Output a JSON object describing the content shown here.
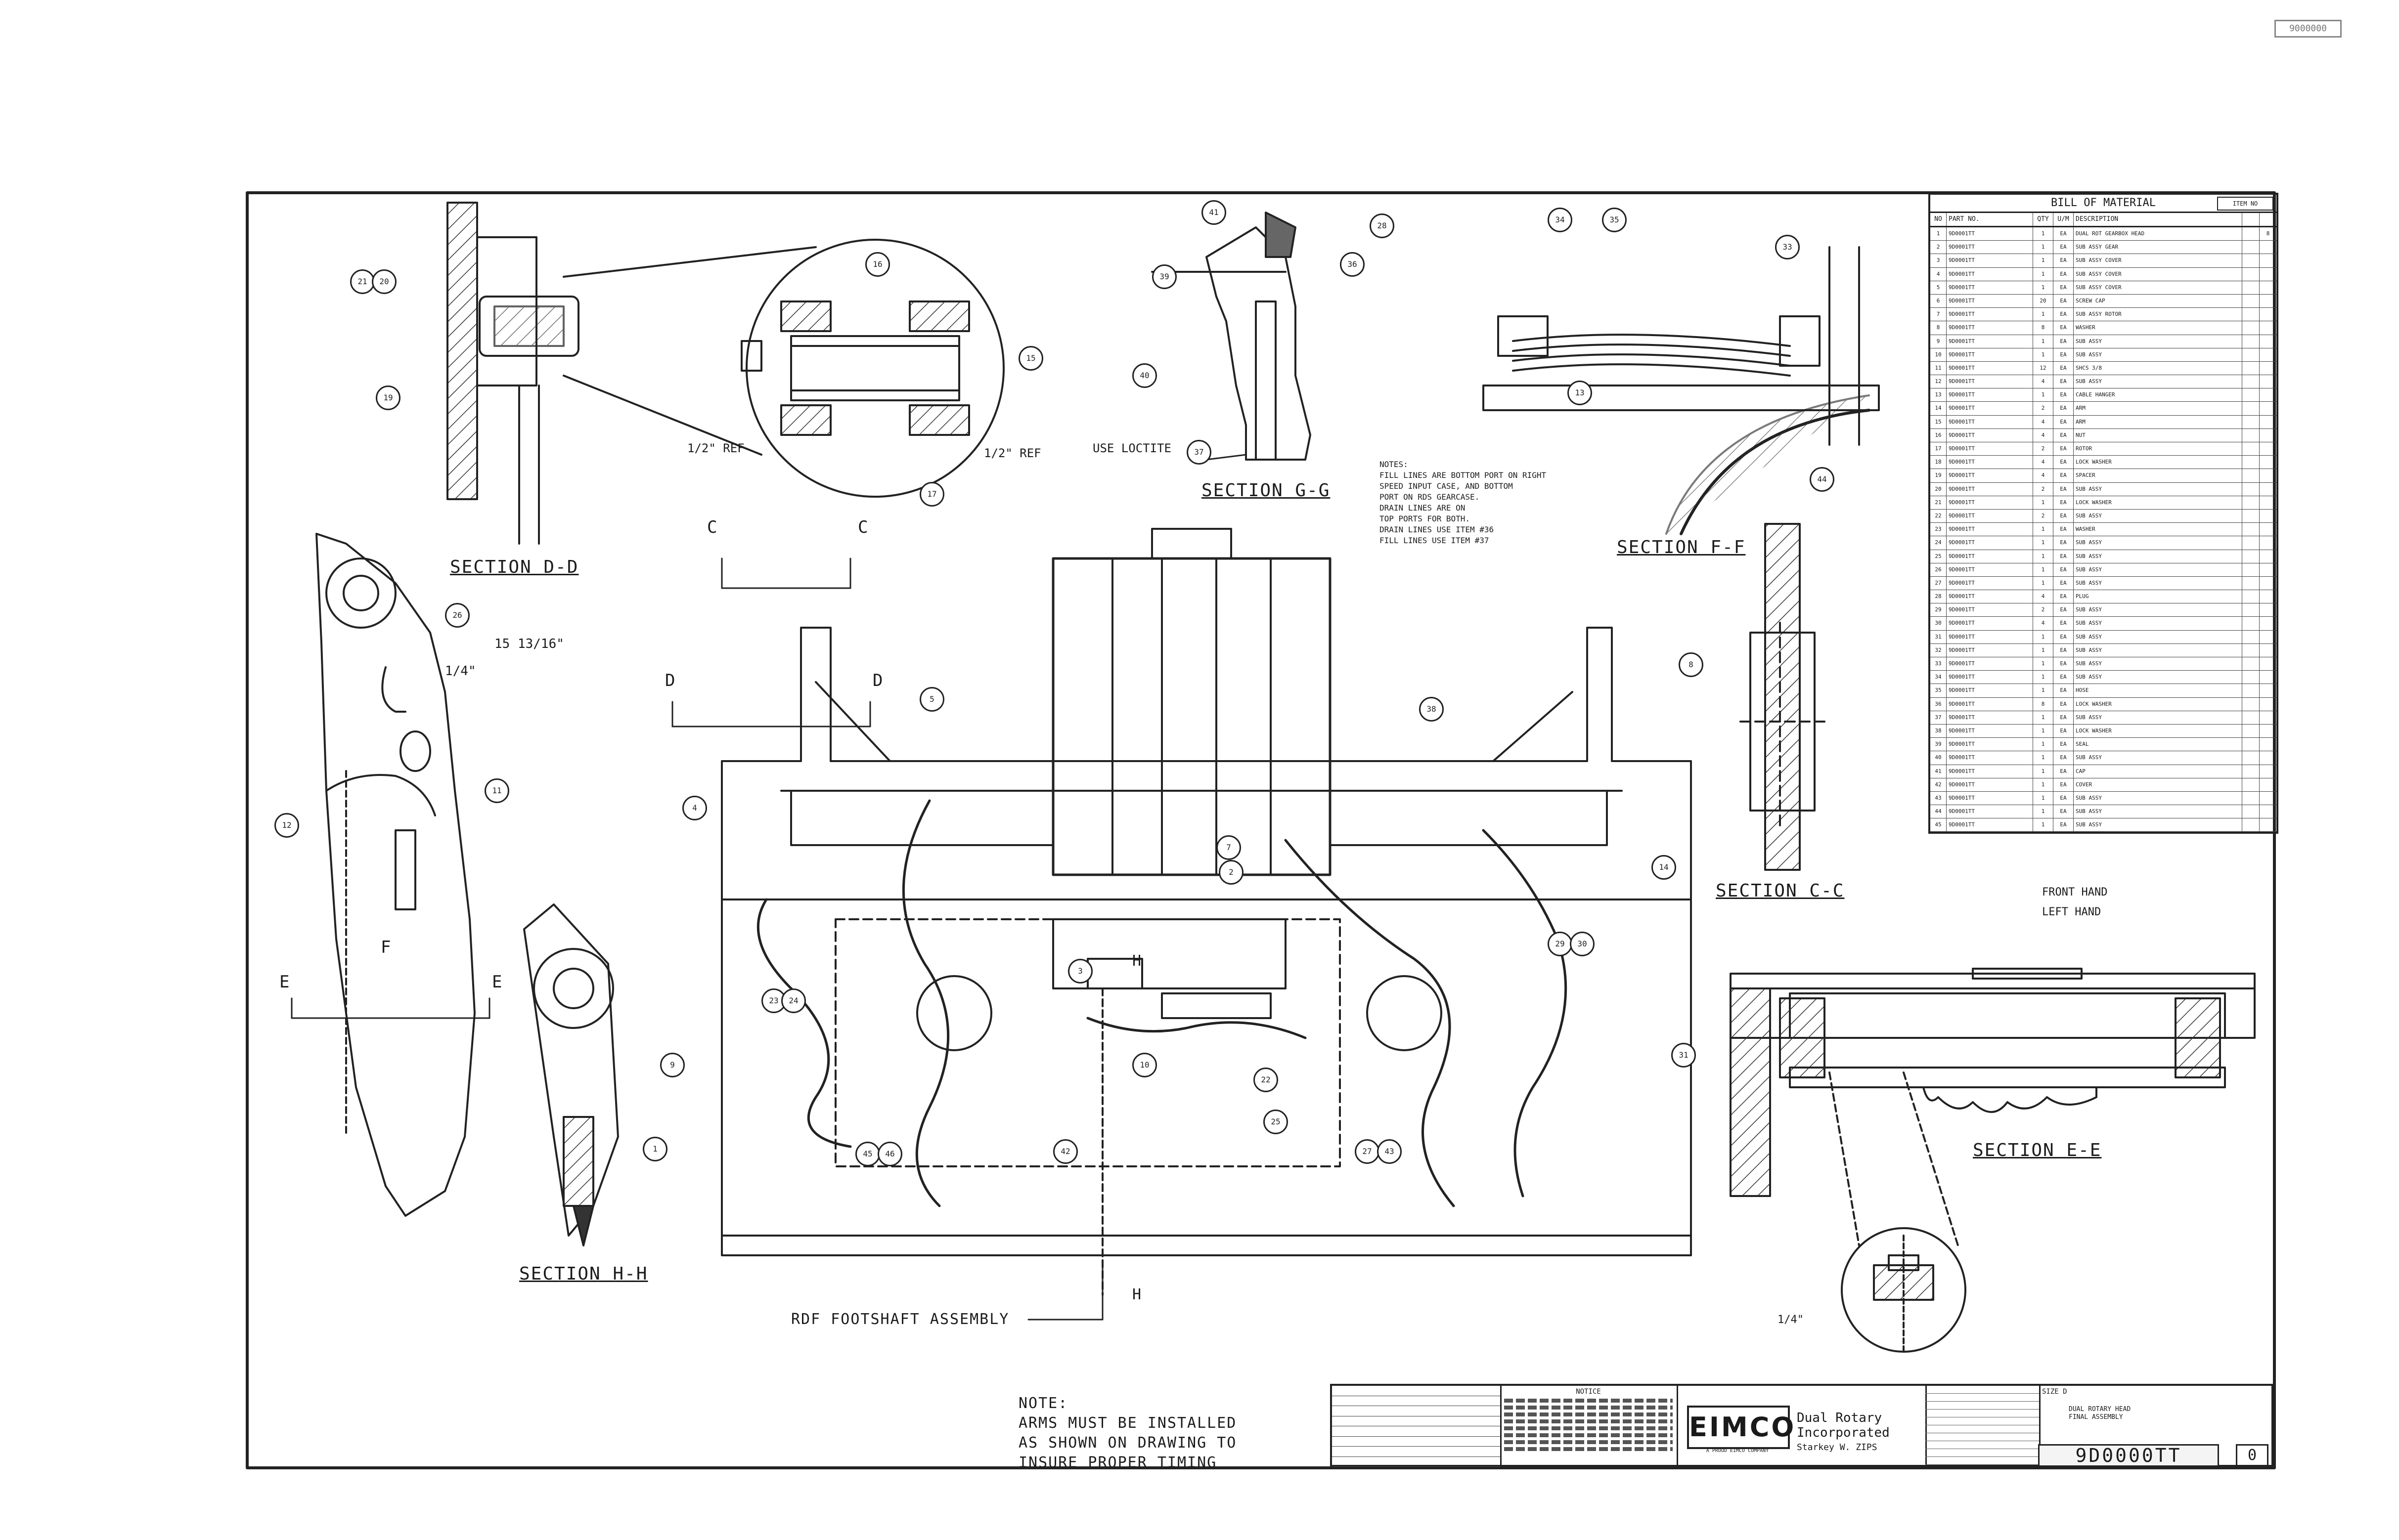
{
  "sheet": {
    "corner_stamp": "9000000",
    "section_views": {
      "d": "SECTION D-D",
      "g": "SECTION G-G",
      "f": "SECTION F-F",
      "c": "SECTION C-C",
      "h": "SECTION H-H",
      "e": "SECTION E-E"
    },
    "dimensions": {
      "half_ref_left": "1/2\" REF",
      "half_ref_right": "1/2\" REF",
      "fifteen": "15 13/16\"",
      "quarter": "1/4\"",
      "small_dim": "1/4\""
    },
    "cut_labels": [
      "C",
      "C",
      "D",
      "D",
      "E",
      "E",
      "F",
      "H",
      "H"
    ],
    "callouts": {
      "loctite": "USE LOCTITE",
      "footshaft": "RDF FOOTSHAFT ASSEMBLY",
      "front_hand": "FRONT HAND",
      "left_hand": "LEFT HAND"
    },
    "notes_g": [
      "NOTES:",
      "FILL LINES ARE BOTTOM PORT ON RIGHT",
      "SPEED INPUT CASE, AND BOTTOM",
      "PORT ON RDS GEARCASE.",
      "DRAIN LINES ARE ON",
      "TOP PORTS FOR BOTH.",
      "DRAIN LINES USE ITEM #36",
      "FILL LINES USE ITEM #37"
    ],
    "note_main": [
      "NOTE:",
      "ARMS MUST BE INSTALLED",
      "AS SHOWN ON DRAWING TO",
      "INSURE PROPER TIMING"
    ],
    "balloons": [
      "21",
      "20",
      "19",
      "16",
      "15",
      "17",
      "41",
      "39",
      "40",
      "37",
      "28",
      "36",
      "34",
      "35",
      "33",
      "13",
      "44",
      "8",
      "26",
      "12",
      "11",
      "4",
      "5",
      "38",
      "14",
      "7",
      "2",
      "3",
      "23",
      "24",
      "9",
      "10",
      "1",
      "45",
      "46",
      "42",
      "22",
      "25",
      "27",
      "43",
      "29",
      "30",
      "31"
    ]
  },
  "bom": {
    "title": "BILL OF MATERIAL",
    "item_box": "ITEM NO",
    "columns": [
      "NO",
      "PART NO.",
      "QTY",
      "U/M",
      "DESCRIPTION",
      "",
      ""
    ],
    "rows": [
      [
        "1",
        "9D0001TT",
        "1",
        "EA",
        "DUAL ROT GEARBOX HEAD",
        "",
        "8"
      ],
      [
        "2",
        "9D0001TT",
        "1",
        "EA",
        "SUB ASSY GEAR",
        "",
        ""
      ],
      [
        "3",
        "9D0001TT",
        "1",
        "EA",
        "SUB ASSY COVER",
        "",
        ""
      ],
      [
        "4",
        "9D0001TT",
        "1",
        "EA",
        "SUB ASSY COVER",
        "",
        ""
      ],
      [
        "5",
        "9D0001TT",
        "1",
        "EA",
        "SUB ASSY COVER",
        "",
        ""
      ],
      [
        "6",
        "9D0001TT",
        "20",
        "EA",
        "SCREW CAP",
        "",
        ""
      ],
      [
        "7",
        "9D0001TT",
        "1",
        "EA",
        "SUB ASSY ROTOR",
        "",
        ""
      ],
      [
        "8",
        "9D0001TT",
        "8",
        "EA",
        "WASHER",
        "",
        ""
      ],
      [
        "9",
        "9D0001TT",
        "1",
        "EA",
        "SUB ASSY",
        "",
        ""
      ],
      [
        "10",
        "9D0001TT",
        "1",
        "EA",
        "SUB ASSY",
        "",
        ""
      ],
      [
        "11",
        "9D0001TT",
        "12",
        "EA",
        "SHCS 3/8",
        "",
        ""
      ],
      [
        "12",
        "9D0001TT",
        "4",
        "EA",
        "SUB ASSY",
        "",
        ""
      ],
      [
        "13",
        "9D0001TT",
        "1",
        "EA",
        "CABLE HANGER",
        "",
        ""
      ],
      [
        "14",
        "9D0001TT",
        "2",
        "EA",
        "ARM",
        "",
        ""
      ],
      [
        "15",
        "9D0001TT",
        "4",
        "EA",
        "ARM",
        "",
        ""
      ],
      [
        "16",
        "9D0001TT",
        "4",
        "EA",
        "NUT",
        "",
        ""
      ],
      [
        "17",
        "9D0001TT",
        "2",
        "EA",
        "ROTOR",
        "",
        ""
      ],
      [
        "18",
        "9D0001TT",
        "4",
        "EA",
        "LOCK WASHER",
        "",
        ""
      ],
      [
        "19",
        "9D0001TT",
        "4",
        "EA",
        "SPACER",
        "",
        ""
      ],
      [
        "20",
        "9D0001TT",
        "2",
        "EA",
        "SUB ASSY",
        "",
        ""
      ],
      [
        "21",
        "9D0001TT",
        "1",
        "EA",
        "LOCK WASHER",
        "",
        ""
      ],
      [
        "22",
        "9D0001TT",
        "2",
        "EA",
        "SUB ASSY",
        "",
        ""
      ],
      [
        "23",
        "9D0001TT",
        "1",
        "EA",
        "WASHER",
        "",
        ""
      ],
      [
        "24",
        "9D0001TT",
        "1",
        "EA",
        "SUB ASSY",
        "",
        ""
      ],
      [
        "25",
        "9D0001TT",
        "1",
        "EA",
        "SUB ASSY",
        "",
        ""
      ],
      [
        "26",
        "9D0001TT",
        "1",
        "EA",
        "SUB ASSY",
        "",
        ""
      ],
      [
        "27",
        "9D0001TT",
        "1",
        "EA",
        "SUB ASSY",
        "",
        ""
      ],
      [
        "28",
        "9D0001TT",
        "4",
        "EA",
        "PLUG",
        "",
        ""
      ],
      [
        "29",
        "9D0001TT",
        "2",
        "EA",
        "SUB ASSY",
        "",
        ""
      ],
      [
        "30",
        "9D0001TT",
        "4",
        "EA",
        "SUB ASSY",
        "",
        ""
      ],
      [
        "31",
        "9D0001TT",
        "1",
        "EA",
        "SUB ASSY",
        "",
        ""
      ],
      [
        "32",
        "9D0001TT",
        "1",
        "EA",
        "SUB ASSY",
        "",
        ""
      ],
      [
        "33",
        "9D0001TT",
        "1",
        "EA",
        "SUB ASSY",
        "",
        ""
      ],
      [
        "34",
        "9D0001TT",
        "1",
        "EA",
        "SUB ASSY",
        "",
        ""
      ],
      [
        "35",
        "9D0001TT",
        "1",
        "EA",
        "HOSE",
        "",
        ""
      ],
      [
        "36",
        "9D0001TT",
        "8",
        "EA",
        "LOCK WASHER",
        "",
        ""
      ],
      [
        "37",
        "9D0001TT",
        "1",
        "EA",
        "SUB ASSY",
        "",
        ""
      ],
      [
        "38",
        "9D0001TT",
        "1",
        "EA",
        "LOCK WASHER",
        "",
        ""
      ],
      [
        "39",
        "9D0001TT",
        "1",
        "EA",
        "SEAL",
        "",
        ""
      ],
      [
        "40",
        "9D0001TT",
        "1",
        "EA",
        "SUB ASSY",
        "",
        ""
      ],
      [
        "41",
        "9D0001TT",
        "1",
        "EA",
        "CAP",
        "",
        ""
      ],
      [
        "42",
        "9D0001TT",
        "1",
        "EA",
        "COVER",
        "",
        ""
      ],
      [
        "43",
        "9D0001TT",
        "1",
        "EA",
        "SUB ASSY",
        "",
        ""
      ],
      [
        "44",
        "9D0001TT",
        "1",
        "EA",
        "SUB ASSY",
        "",
        ""
      ],
      [
        "45",
        "9D0001TT",
        "1",
        "EA",
        "SUB ASSY",
        "",
        ""
      ]
    ]
  },
  "title_block": {
    "notice_title": "NOTICE",
    "company_logo": "EIMCO",
    "company_logo_sub": "A PROUD EIMCO COMPANY",
    "company_name": [
      "Dual Rotary",
      "Incorporated",
      "Starkey W. ZIPS"
    ],
    "size_label": "SIZE",
    "size_value": "D",
    "title_lines": [
      "DUAL ROTARY HEAD",
      "FINAL ASSEMBLY"
    ],
    "drawing_number": "9D0000TT",
    "revision": "0"
  }
}
